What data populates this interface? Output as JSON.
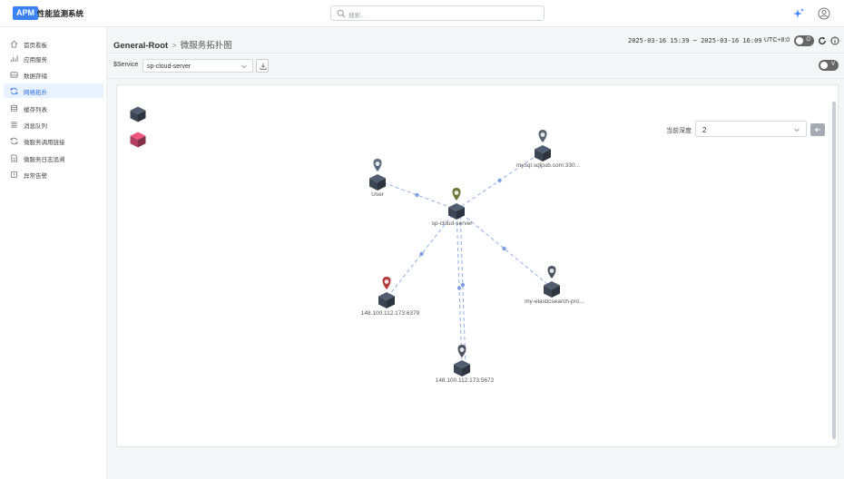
{
  "header": {
    "logo_badge": "APM",
    "app_title": "性能监测系统",
    "search_placeholder": "搜索..."
  },
  "sidebar": {
    "items": [
      {
        "label": "首页看板",
        "icon": "home-icon",
        "active": false
      },
      {
        "label": "应用服务",
        "icon": "bar-chart-icon",
        "active": false
      },
      {
        "label": "数据存储",
        "icon": "storage-icon",
        "active": false
      },
      {
        "label": "网络拓扑",
        "icon": "refresh-icon",
        "active": true
      },
      {
        "label": "缓存列表",
        "icon": "database-icon",
        "active": false
      },
      {
        "label": "消息队列",
        "icon": "list-icon",
        "active": false
      },
      {
        "label": "微服务调用链接",
        "icon": "sync-icon",
        "active": false
      },
      {
        "label": "微服务日志追溯",
        "icon": "document-icon",
        "active": false
      },
      {
        "label": "异常告警",
        "icon": "alert-icon",
        "active": false
      }
    ]
  },
  "breadcrumb": {
    "root": "General-Root",
    "separator": ">",
    "current": "微服务拓扑图"
  },
  "time": {
    "range": "2025-03-16 15:39 ~ 2025-03-16 16:09",
    "timezone": "UTC+8:0"
  },
  "toolbar": {
    "variable_label": "$Service",
    "variable_value": "sp-cloud-server",
    "toggle_left_label": "O",
    "toggle_right_label": "V"
  },
  "depth": {
    "label": "当前深度",
    "value": "2"
  },
  "colors": {
    "accent": "#3b82f6",
    "node_dark": "#3c4554",
    "edge": "#8fb0e8"
  },
  "legend": [
    {
      "color": "#3c4554"
    },
    {
      "color": "#b04060"
    }
  ],
  "topology": {
    "nodes": [
      {
        "id": "user",
        "label": "User",
        "badge_icon": "user-icon",
        "badge_color": "#5b6b80"
      },
      {
        "id": "sp",
        "label": "sp-cloud-server",
        "badge_icon": "java-icon",
        "badge_color": "#6b7a3a"
      },
      {
        "id": "mysql",
        "label": "mysql.sqlpub.com:330...",
        "badge_icon": "mysql-icon",
        "badge_color": "#5b6370"
      },
      {
        "id": "redis",
        "label": "148.100.112.173:6379",
        "badge_icon": "redis-icon",
        "badge_color": "#b23a3a"
      },
      {
        "id": "es",
        "label": "my-elasticsearch-pro...",
        "badge_icon": "elasticsearch-icon",
        "badge_color": "#4b5563"
      },
      {
        "id": "mq",
        "label": "148.100.112.173:5672",
        "badge_icon": "rabbitmq-icon",
        "badge_color": "#4b5563"
      }
    ],
    "edges": [
      {
        "from": "user",
        "to": "sp"
      },
      {
        "from": "sp",
        "to": "mysql"
      },
      {
        "from": "sp",
        "to": "redis"
      },
      {
        "from": "sp",
        "to": "es"
      },
      {
        "from": "sp",
        "to": "mq"
      },
      {
        "from": "sp",
        "to": "mq"
      }
    ]
  }
}
